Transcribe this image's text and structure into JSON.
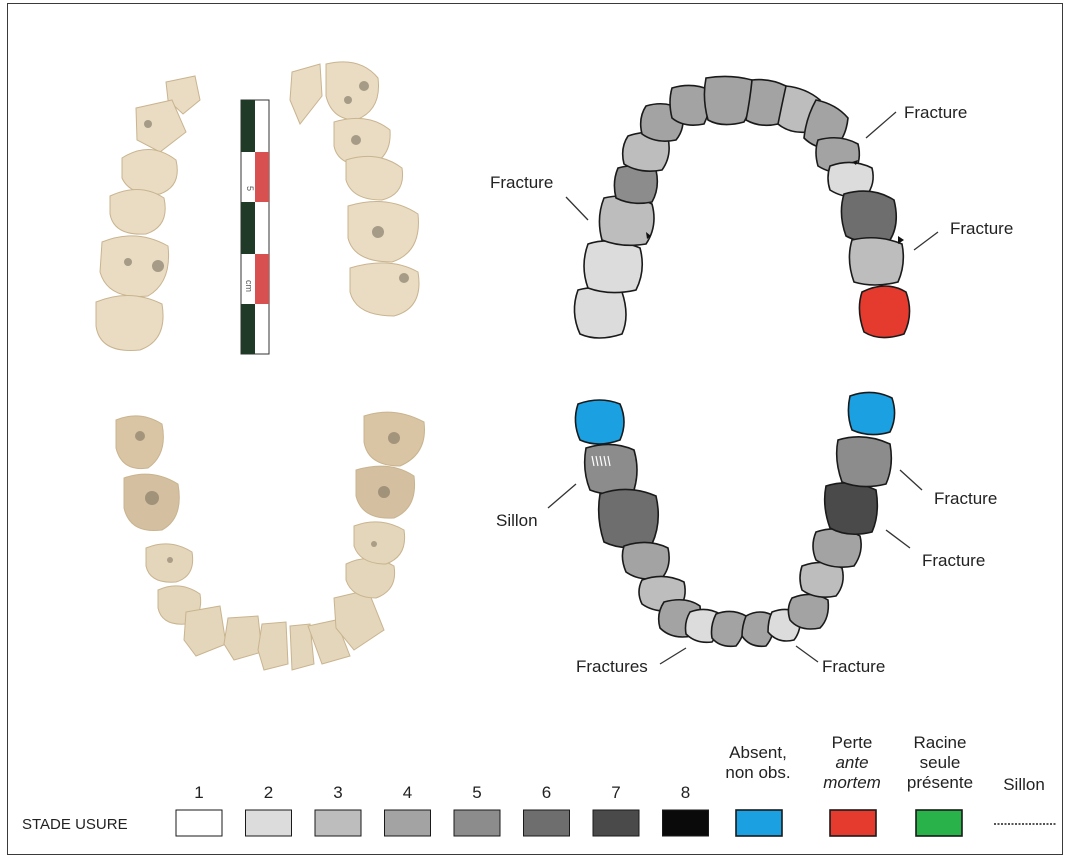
{
  "annotations": {
    "upper_left_fracture": "Fracture",
    "upper_right_fracture_1": "Fracture",
    "upper_right_fracture_2": "Fracture",
    "lower_left_sillon": "Sillon",
    "lower_right_fracture_1": "Fracture",
    "lower_right_fracture_2": "Fracture",
    "lower_front_fractures": "Fractures",
    "lower_front_fracture": "Fracture"
  },
  "scale_bar": {
    "label": "cm",
    "mark": "5"
  },
  "legend": {
    "title": "STADE USURE",
    "stages": [
      {
        "label": "1",
        "color": "#ffffff"
      },
      {
        "label": "2",
        "color": "#dcdcdc"
      },
      {
        "label": "3",
        "color": "#bdbdbd"
      },
      {
        "label": "4",
        "color": "#a3a3a3"
      },
      {
        "label": "5",
        "color": "#8c8c8c"
      },
      {
        "label": "6",
        "color": "#6e6e6e"
      },
      {
        "label": "7",
        "color": "#4a4a4a"
      },
      {
        "label": "8",
        "color": "#0a0a0a"
      }
    ],
    "absent": {
      "line1": "Absent,",
      "line2": "non obs.",
      "color": "#1ba0e2"
    },
    "perte": {
      "line1": "Perte",
      "line2": "ante",
      "line3": "mortem",
      "color": "#e53a2e"
    },
    "racine": {
      "line1": "Racine",
      "line2": "seule",
      "line3": "présente",
      "color": "#2ab24a"
    },
    "sillon": {
      "label": "Sillon"
    }
  }
}
